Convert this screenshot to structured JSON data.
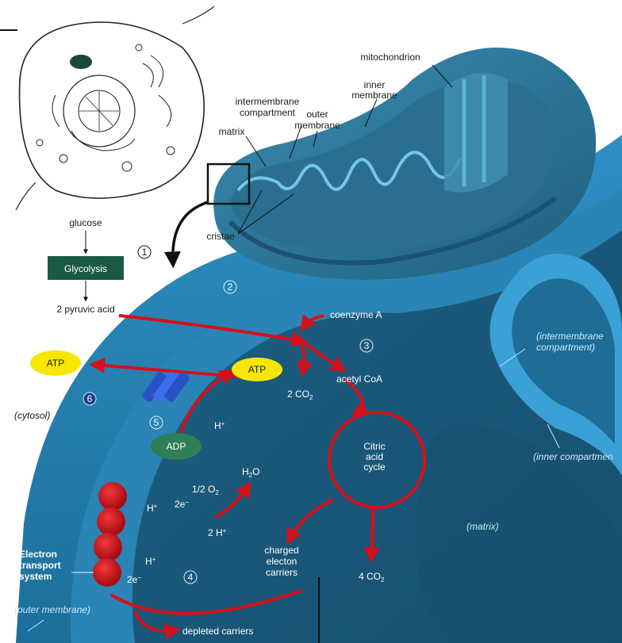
{
  "labels": {
    "mitochondrion": "mitochondrion",
    "inner_membrane_1": "inner",
    "inner_membrane_2": "membrane",
    "intermembrane_1": "intermembrane",
    "intermembrane_2": "compartment",
    "outer_membrane_1": "outer",
    "outer_membrane_2": "membrane",
    "matrix": "matrix",
    "cristae": "cristae",
    "glucose": "glucose",
    "glycolysis": "Glycolysis",
    "pyruvic": "2 pyruvic acid",
    "coenzyme_a": "coenzyme A",
    "acetyl_coa": "acetyl CoA",
    "co2_two": "2 CO",
    "co2_two_sub": "2",
    "atp_left": "ATP",
    "atp_right": "ATP",
    "adp": "ADP",
    "h_plus_1": "H",
    "h_plus_sup": "+",
    "cytosol": "(cytosol)",
    "citric_1": "Citric",
    "citric_2": "acid",
    "citric_3": "cycle",
    "h2o": "H",
    "h2o_sub": "2",
    "h2o_o": "O",
    "half_o2": "1/2 O",
    "half_o2_sub": "2",
    "two_e": "2e",
    "two_e_sup": "−",
    "two_h": "2 H",
    "h_left_1": "H",
    "h_left_2": "H",
    "charged_1": "charged",
    "charged_2": "electon",
    "charged_3": "carriers",
    "co2_four": "4 CO",
    "co2_four_sub": "2",
    "intermembrane_italic_1": "(intermembrane",
    "intermembrane_italic_2": "compartment)",
    "inner_compartment": "(inner compartmen",
    "matrix_italic": "(matrix)",
    "ets_1": "Electron",
    "ets_2": "transport",
    "ets_3": "system",
    "outer_membrane_italic": "(outer membrane)",
    "depleted": "depleted carriers"
  },
  "steps": [
    "1",
    "2",
    "3",
    "4",
    "5",
    "6"
  ],
  "colors": {
    "blue_dark": "#1f6a92",
    "blue_mid": "#2f8cbf",
    "blue_light": "#5cb4e3",
    "red": "#d6101a",
    "yellow": "#f6e600",
    "green": "#1a5a43"
  }
}
